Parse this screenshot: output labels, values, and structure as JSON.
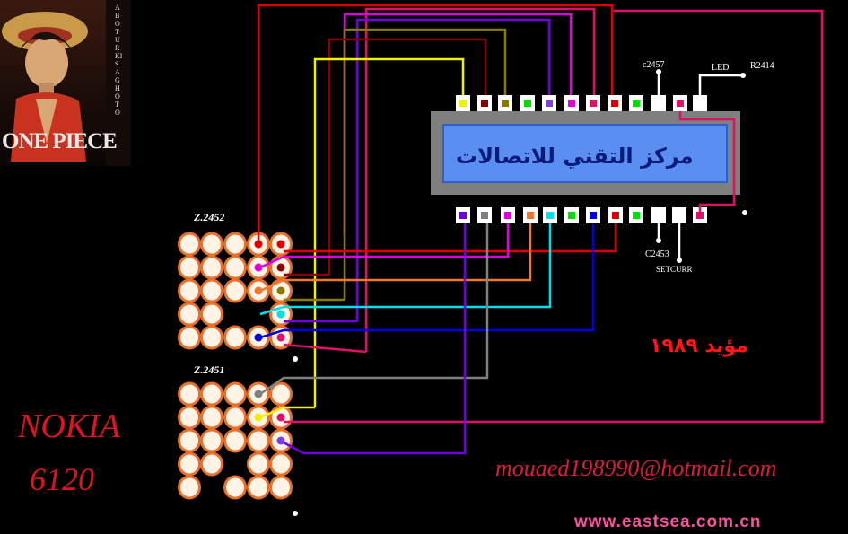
{
  "title": "مركز التقني للاتصالات",
  "author": "مؤيد ١٩٨٩",
  "model": {
    "line1": "NOKIA",
    "line2": "6120"
  },
  "email": "mouaed198990@hotmail.com",
  "website": "www.eastsea.com.cn",
  "poster": {
    "caption": "ONE PIECE",
    "side_text": "ABOTURKI SAGHOTO"
  },
  "labels": {
    "z_top": "Z.2452",
    "z_bottom": "Z.2451",
    "c2457": "c2457",
    "led": "LED",
    "r2414": "R2414",
    "c2453": "C2453",
    "setcurr": "SETCURR"
  },
  "colors": {
    "background": "#000000",
    "board": "#7f7f7f",
    "screen": "#5a8ef0",
    "pad_fill": "#fff3e6",
    "pad_ring": "#e8702a",
    "red": "#e00000",
    "darkred": "#8b0000",
    "olive": "#8a7a00",
    "yellow": "#f0f000",
    "purple": "#8040e0",
    "violet": "#7000e0",
    "magenta": "#e000e0",
    "pink": "#e0106a",
    "orange": "#f07830",
    "cyan": "#00e0f0",
    "blue": "#0000e0",
    "gray": "#808080",
    "green": "#00e000"
  }
}
